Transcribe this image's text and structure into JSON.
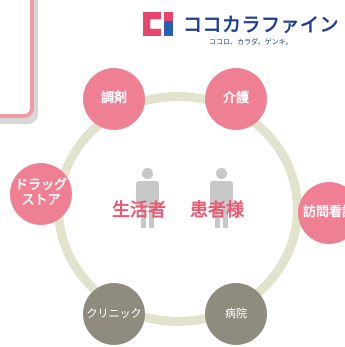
{
  "logo": {
    "name": "ココカラファイン",
    "tagline": "ココロ、カラダ、ゲンキ。"
  },
  "center": {
    "patients_label_left": "生活者",
    "patients_label_right": "患者様"
  },
  "nodes": {
    "dispensing": "調剤",
    "nursing_care": "介護",
    "home_nursing": "訪問看護",
    "hospital": "病院",
    "clinic": "クリニック",
    "drugstore": "ドラッグ\nストア"
  },
  "colors": {
    "pink_node": "#ef8094",
    "gray_node": "#8f8c7f",
    "ring": "#e2e3cc",
    "center_text": "#ea5a73",
    "logo_blue": "#1f3f8f",
    "logo_pink": "#e8476b"
  }
}
